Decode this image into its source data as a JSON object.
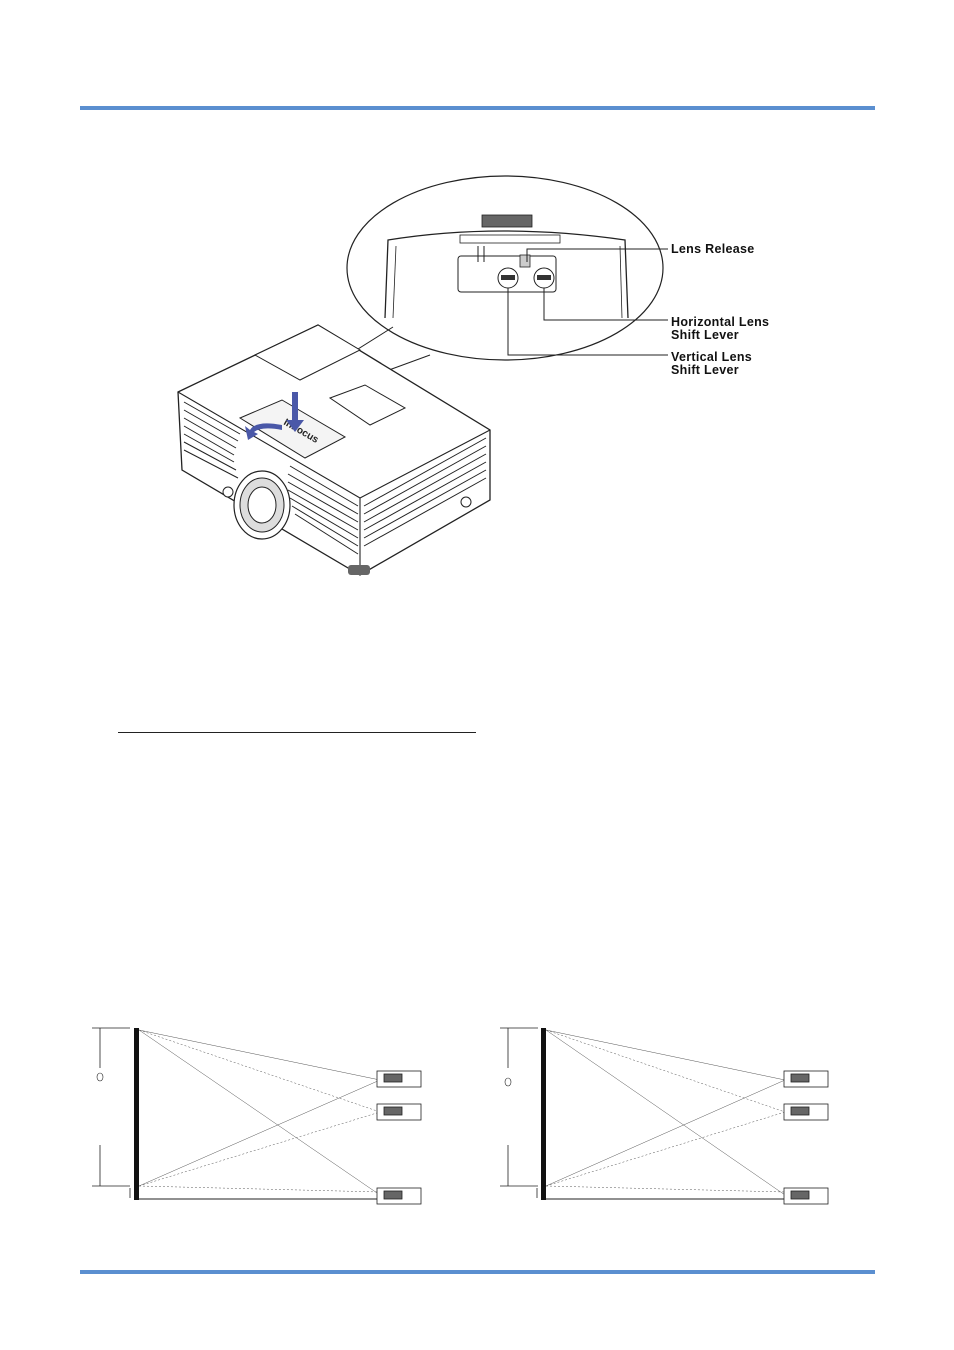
{
  "callouts": {
    "lens_release": "Lens Release",
    "horizontal_line1": "Horizontal Lens",
    "horizontal_line2": "Shift Lever",
    "vertical_line1": "Vertical Lens",
    "vertical_line2": "Shift Lever"
  },
  "projector_logo": "InFocus",
  "colors": {
    "rule": "#5b8fd0",
    "arrow": "#4a58a8"
  }
}
